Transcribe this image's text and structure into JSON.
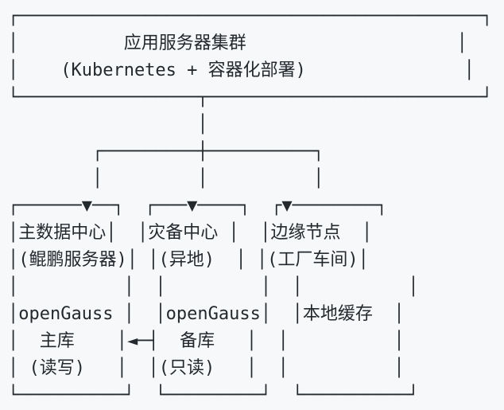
{
  "colors": {
    "background": "#f6f8fa",
    "text": "#24292e"
  },
  "architecture": {
    "app_cluster": {
      "title": "应用服务器集群",
      "subtitle": "(Kubernetes + 容器化部署)"
    },
    "primary_datacenter": {
      "title": "主数据中心",
      "subtitle": "(鲲鹏服务器)",
      "db": "openGauss",
      "role": "主库",
      "mode": "(读写)"
    },
    "disaster_recovery_center": {
      "title": "灾备中心",
      "subtitle": "(异地)",
      "db": "openGauss",
      "role": "备库",
      "mode": "(只读)"
    },
    "edge_node": {
      "title": "边缘节点",
      "subtitle": "(工厂车间)",
      "storage": "本地缓存"
    },
    "replication_arrow": "备库 → 主库 (◄─)"
  },
  "diagram": {
    "lines": [
      "┌────────────────────────────────────────────┐",
      "│          应用服务器集群                    │",
      "│    (Kubernetes + 容器化部署)               │",
      "└─────────────────┬──────────────────────────┘",
      "                  │",
      "        ┌─────────┼──────────┐",
      "        │         │          │",
      "┌──────▼──┐  ┌───▼────┐  ┌▼────────┐",
      "│主数据中心│  │灾备中心 │  │边缘节点  │",
      "│(鲲鹏服务器)│ │(异地)  │ │(工厂车间)│",
      "│          │  │         │  │          │",
      "│openGauss │  │openGauss│  │本地缓存  │",
      "│  主库    │◄─┤  备库   │  │          │",
      "│ (读写)   │  │(只读)   │  │          │",
      "└──────────┘  └─────────┘  └──────────┘"
    ]
  }
}
